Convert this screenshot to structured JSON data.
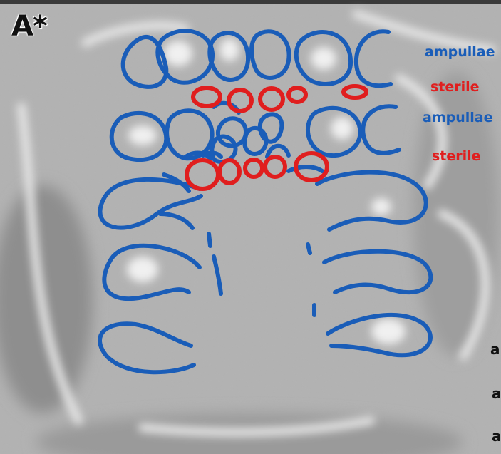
{
  "panel": {
    "label": "A*"
  },
  "labels": {
    "row1": "ampullae",
    "row2": "sterile",
    "row3": "ampullae",
    "row4": "sterile",
    "cut1": "a",
    "cut2": "a",
    "cut3": "a"
  },
  "colors": {
    "ampullae_outline": "#1a5db8",
    "sterile_outline": "#e01e1e",
    "background_tissue": "#b3b3b3"
  }
}
